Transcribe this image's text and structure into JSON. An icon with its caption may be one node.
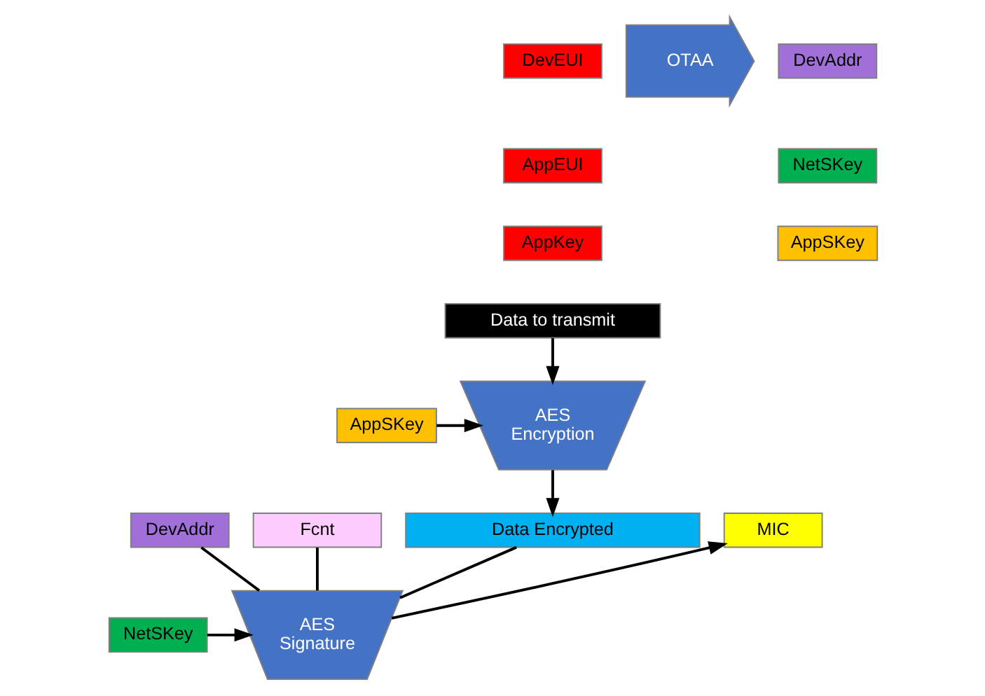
{
  "diagram": {
    "nodes": [
      {
        "text": [
          "DevEUI"
        ]
      },
      {
        "text": [
          "AppEUI"
        ]
      },
      {
        "text": [
          "AppKey"
        ]
      },
      {
        "text": [
          "OTAA"
        ]
      },
      {
        "text": [
          "DevAddr"
        ]
      },
      {
        "text": [
          "NetSKey"
        ]
      },
      {
        "text": [
          "AppSKey"
        ]
      },
      {
        "text": [
          "Data to transmit"
        ]
      },
      {
        "text": [
          "AppSKey"
        ]
      },
      {
        "text": [
          "AES Encryption"
        ]
      },
      {
        "text": [
          "DevAddr"
        ]
      },
      {
        "text": [
          "Fcnt"
        ]
      },
      {
        "text": [
          "Data Encrypted"
        ]
      },
      {
        "text": [
          "MIC"
        ]
      },
      {
        "text": [
          "NetSKey"
        ]
      },
      {
        "text": [
          "AES Signature"
        ]
      }
    ],
    "edges": [
      {
        "from": 7,
        "to": 9,
        "arrow": "to"
      },
      {
        "from": 8,
        "to": 9,
        "arrow": "to"
      },
      {
        "from": 9,
        "to": 12,
        "arrow": "to"
      },
      {
        "from": 10,
        "to": 15,
        "arrow": "none"
      },
      {
        "from": 11,
        "to": 15,
        "arrow": "none"
      },
      {
        "from": 12,
        "to": 15,
        "arrow": "none"
      },
      {
        "from": 14,
        "to": 15,
        "arrow": "to"
      },
      {
        "from": 15,
        "to": 13,
        "arrow": "to"
      }
    ]
  }
}
